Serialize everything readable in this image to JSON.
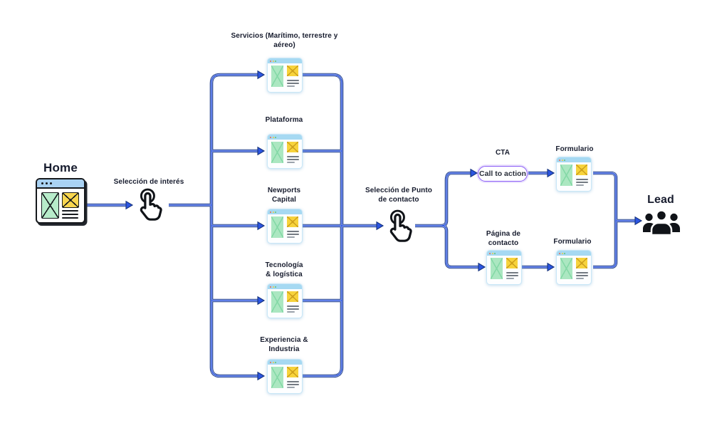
{
  "nodes": {
    "home": {
      "label": "Home"
    },
    "interest_selector": {
      "label": "Selección de interés"
    },
    "pages": [
      {
        "label": "Servicios (Marítimo, terrestre y aéreo)"
      },
      {
        "label": "Plataforma"
      },
      {
        "label": "Newports Capital"
      },
      {
        "label": "Tecnología & logística"
      },
      {
        "label": "Experiencia & Industria"
      }
    ],
    "contact_selector": {
      "label": "Selección de Punto de contacto"
    },
    "cta": {
      "label": "CTA",
      "button": "Call to action"
    },
    "contact_page": {
      "label": "Página de contacto"
    },
    "form_top": {
      "label": "Formulario"
    },
    "form_bottom": {
      "label": "Formulario"
    },
    "lead": {
      "label": "Lead"
    }
  },
  "icons": {
    "home": "browser-window-icon",
    "selectors": "hand-pointer-icon",
    "pages": "wireframe-page-icon",
    "lead": "people-group-icon"
  },
  "colors": {
    "background": "#ffffff",
    "connector_navy": "#1b3a8c",
    "connector_blue": "#2b55e2",
    "cta_border": "#8b5cf6",
    "wireframe_green": "#abe7c1",
    "wireframe_yellow": "#f7d33c",
    "browser_bar_blue": "#a6d9f2",
    "outline_black": "#16191d"
  }
}
